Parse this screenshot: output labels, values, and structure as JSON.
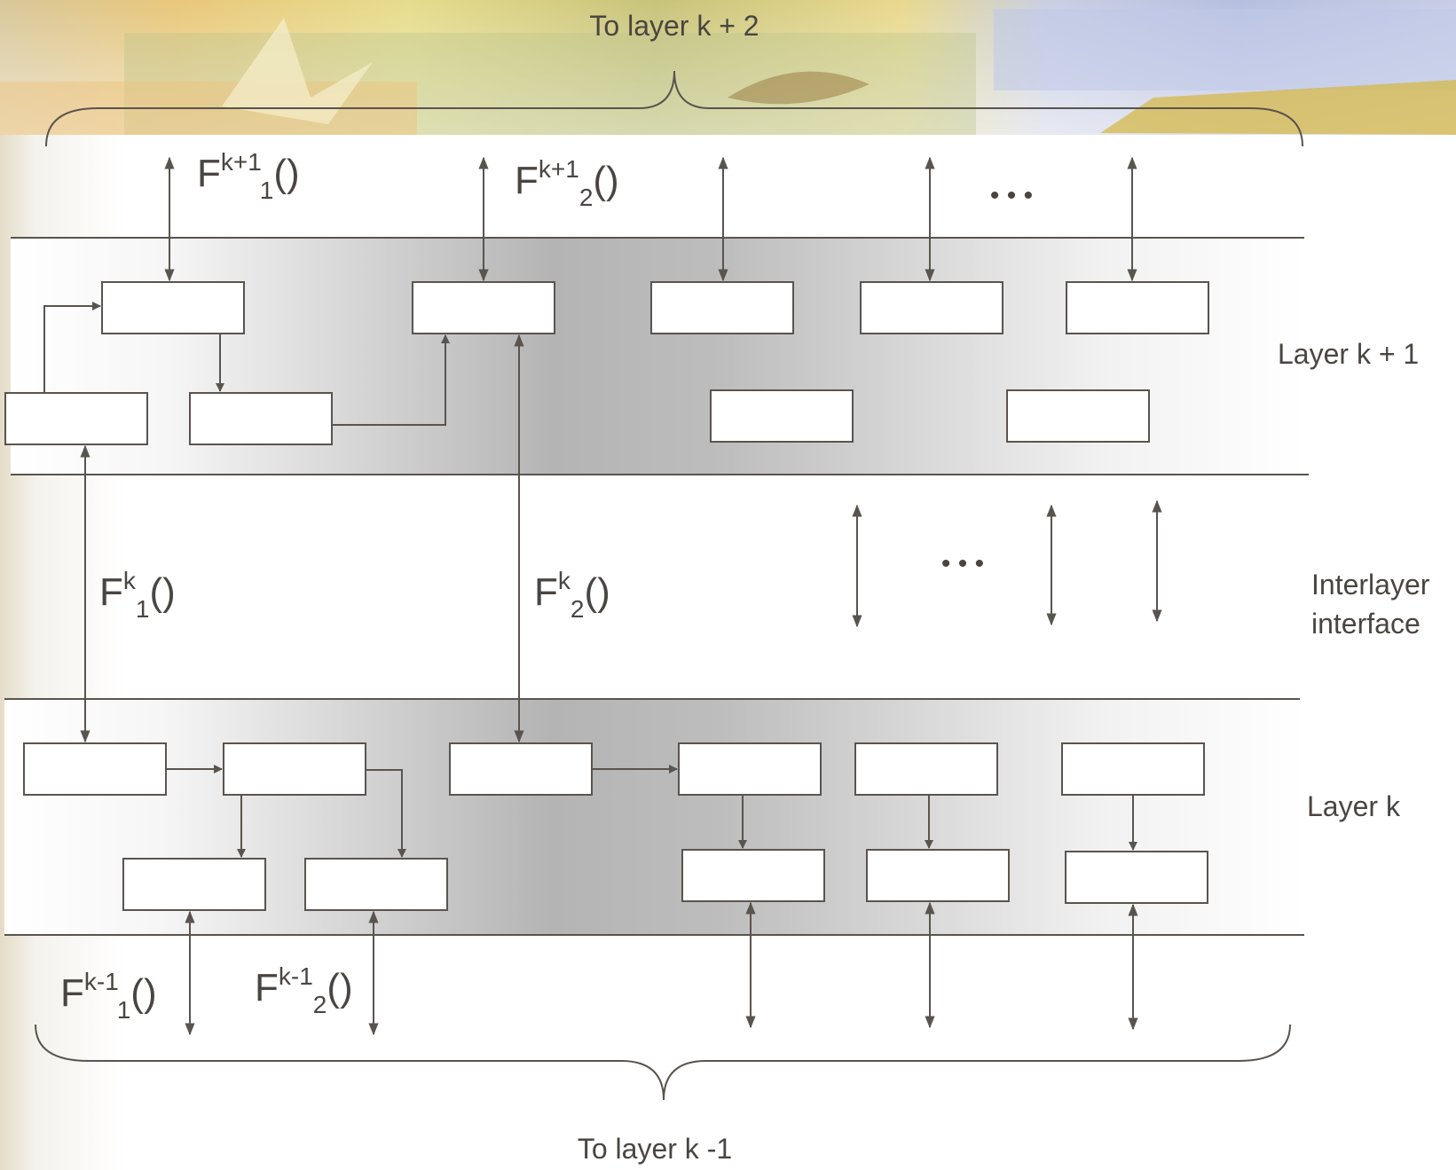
{
  "labels": {
    "top_target": "To layer k + 2",
    "bottom_target": "To layer k -1",
    "layer_upper": "Layer k + 1",
    "interface_line1": "Interlayer",
    "interface_line2": "interface",
    "layer_lower": "Layer k",
    "ellipsis_top": "• • •",
    "ellipsis_middle": "• • •"
  },
  "functions": {
    "f_k1_1": {
      "base": "F",
      "sup": "k+1",
      "sub": "1",
      "tail": "()"
    },
    "f_k1_2": {
      "base": "F",
      "sup": "k+1",
      "sub": "2",
      "tail": "()"
    },
    "f_k_1": {
      "base": "F",
      "sup": "k",
      "sub": "1",
      "tail": "()"
    },
    "f_k_2": {
      "base": "F",
      "sup": "k",
      "sub": "2",
      "tail": "()"
    },
    "f_km1_1": {
      "base": "F",
      "sup": "k-1",
      "sub": "1",
      "tail": "()"
    },
    "f_km1_2": {
      "base": "F",
      "sup": "k-1",
      "sub": "2",
      "tail": "()"
    }
  },
  "colors": {
    "line": "#5a544e",
    "text": "#4a4540",
    "box_fill": "#ffffff",
    "band_mid": "#b4b4b4"
  }
}
